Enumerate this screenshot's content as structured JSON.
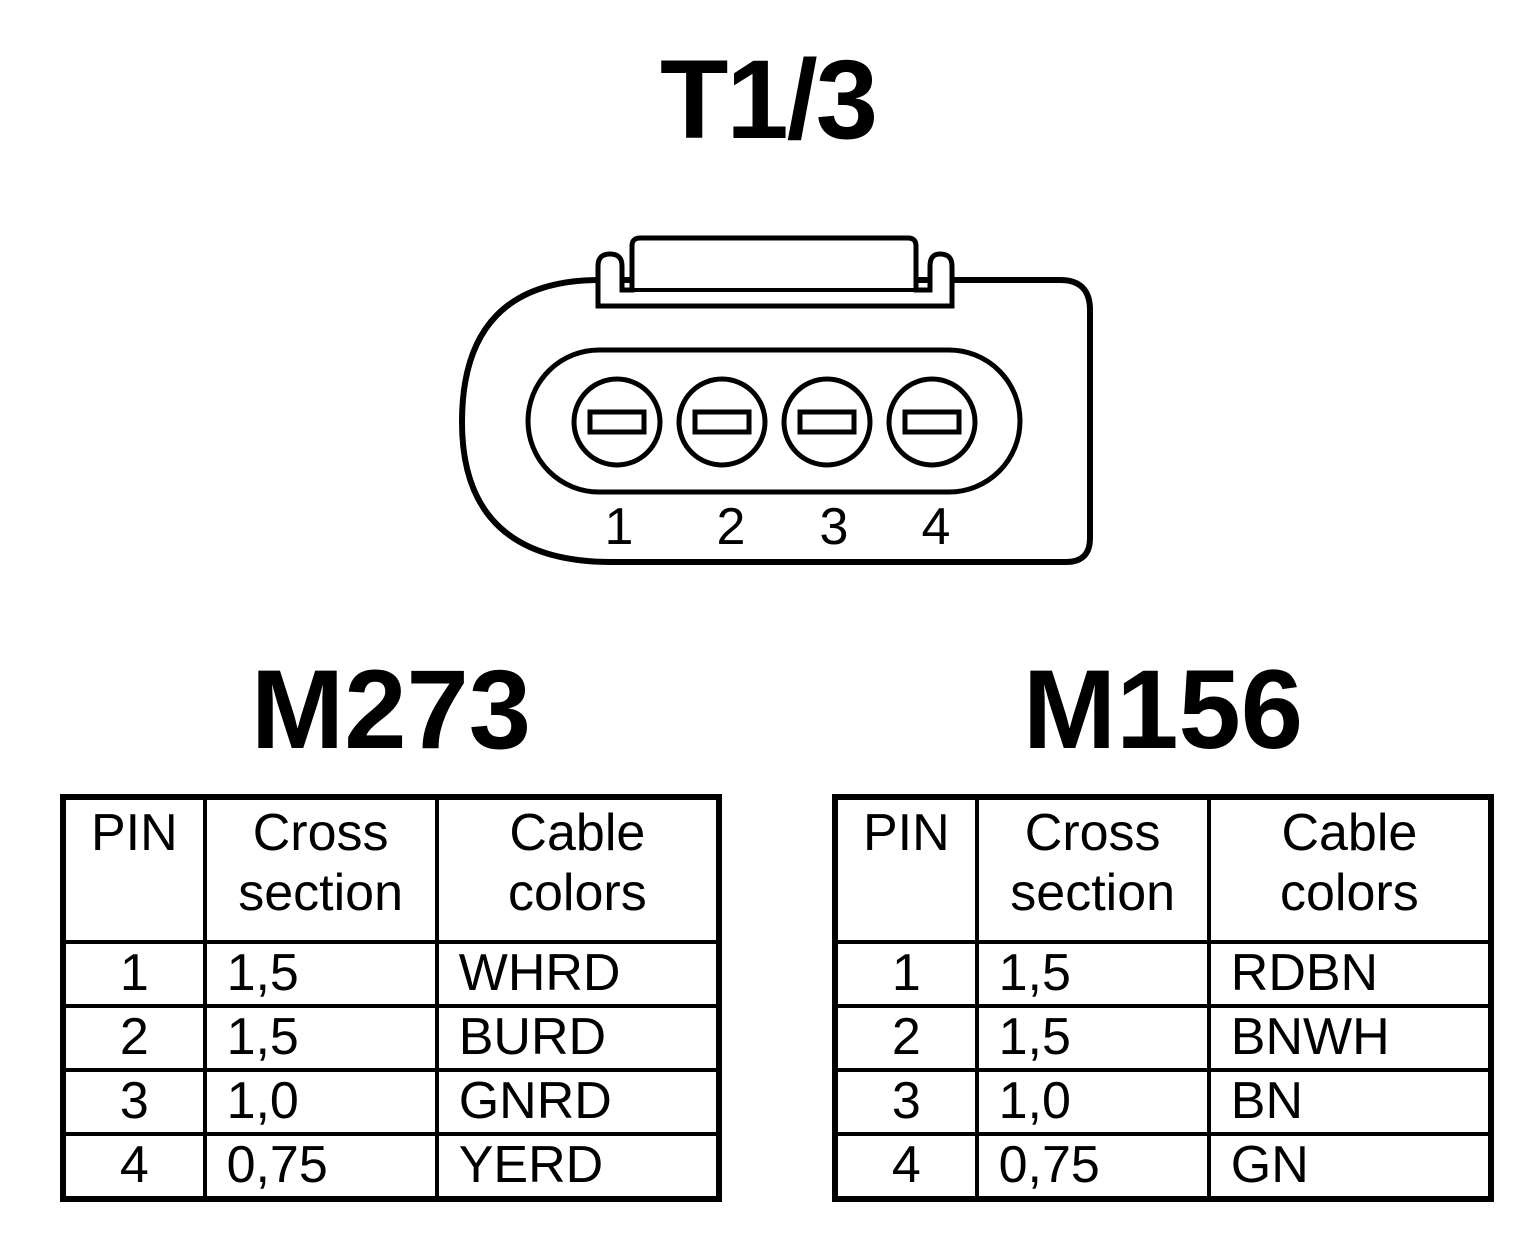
{
  "title": "T1/3",
  "connector": {
    "pins": [
      "1",
      "2",
      "3",
      "4"
    ]
  },
  "tables": [
    {
      "heading": "M273",
      "headers": [
        "PIN",
        "Cross section",
        "Cable colors"
      ],
      "rows": [
        [
          "1",
          "1,5",
          "WHRD"
        ],
        [
          "2",
          "1,5",
          "BURD"
        ],
        [
          "3",
          "1,0",
          "GNRD"
        ],
        [
          "4",
          "0,75",
          "YERD"
        ]
      ]
    },
    {
      "heading": "M156",
      "headers": [
        "PIN",
        "Cross section",
        "Cable colors"
      ],
      "rows": [
        [
          "1",
          "1,5",
          "RDBN"
        ],
        [
          "2",
          "1,5",
          "BNWH"
        ],
        [
          "3",
          "1,0",
          "BN"
        ],
        [
          "4",
          "0,75",
          "GN"
        ]
      ]
    }
  ]
}
